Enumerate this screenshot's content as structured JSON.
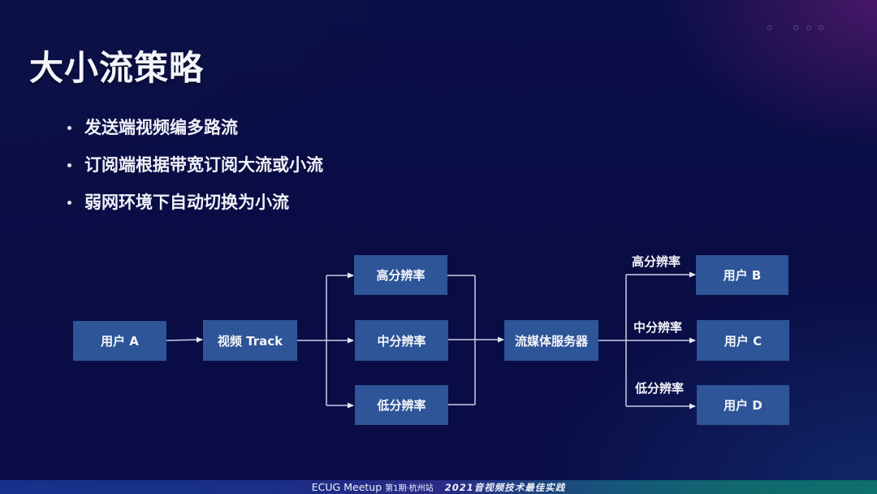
{
  "slide": {
    "title": "大小流策略",
    "bullets": [
      "发送端视频编多路流",
      "订阅端根据带宽订阅大流或小流",
      "弱网环境下自动切换为小流"
    ]
  },
  "diagram": {
    "sender": "用户 A",
    "track": "视频 Track",
    "layers": [
      "高分辨率",
      "中分辨率",
      "低分辨率"
    ],
    "server": "流媒体服务器",
    "edge_labels": [
      "高分辨率",
      "中分辨率",
      "低分辨率"
    ],
    "receivers": [
      "用户 B",
      "用户 C",
      "用户 D"
    ],
    "colors": {
      "box": "#2d5597",
      "background": "#0a0c44",
      "line": "#c9cde6"
    }
  },
  "footer": {
    "event": "ECUG Meetup",
    "session": "第1期·杭州站",
    "theme": "2021音视频技术最佳实践"
  }
}
